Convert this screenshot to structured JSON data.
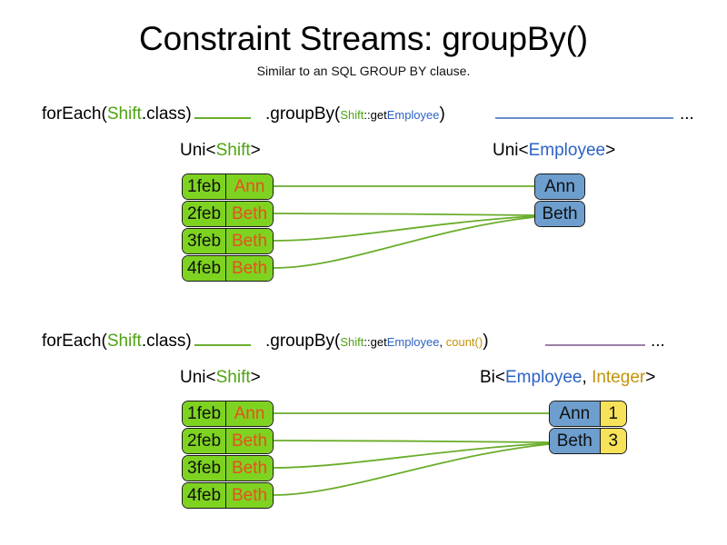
{
  "header": {
    "title": "Constraint Streams: groupBy()",
    "subtitle": "Similar to an SQL GROUP BY clause."
  },
  "colors": {
    "shift_box": "#7ED321",
    "employee_box": "#6D9ECE",
    "count_box": "#F7E259",
    "shift_token": "#4FA312",
    "employee_token": "#2B62C6",
    "integer_token": "#C2930B",
    "name_text": "#E8501E",
    "link_line": "#6AAD2B",
    "pipe_blue": "#6B8FC9",
    "pipe_purple": "#9B7FA8"
  },
  "sections": [
    {
      "id": "groupby-single",
      "code": {
        "for_each_prefix": "forEach(",
        "for_each_type": "Shift",
        "for_each_suffix": ".class)",
        "group_by_prefix": ".groupBy(",
        "mapper_type": "Shift",
        "mapper_sep": "::get",
        "mapper_key": "Employee",
        "group_by_suffix": ")",
        "ellipsis": "..."
      },
      "left_label": {
        "prefix": "Uni<",
        "type": "Shift",
        "suffix": ">"
      },
      "right_label": {
        "prefix": "Uni<",
        "type": "Employee",
        "suffix": ">"
      },
      "shifts": [
        {
          "date": "1feb",
          "employee": "Ann"
        },
        {
          "date": "2feb",
          "employee": "Beth"
        },
        {
          "date": "3feb",
          "employee": "Beth"
        },
        {
          "date": "4feb",
          "employee": "Beth"
        }
      ],
      "groups": [
        {
          "employee": "Ann"
        },
        {
          "employee": "Beth"
        }
      ]
    },
    {
      "id": "groupby-count",
      "code": {
        "for_each_prefix": "forEach(",
        "for_each_type": "Shift",
        "for_each_suffix": ".class)",
        "group_by_prefix": ".groupBy(",
        "mapper_type": "Shift",
        "mapper_sep": "::get",
        "mapper_key": "Employee",
        "mapper_comma": ", ",
        "collector": "count()",
        "group_by_suffix": ")",
        "ellipsis": "..."
      },
      "left_label": {
        "prefix": "Uni<",
        "type": "Shift",
        "suffix": ">"
      },
      "right_label": {
        "prefix": "Bi<",
        "type": "Employee",
        "comma": ", ",
        "type2": "Integer",
        "suffix": ">"
      },
      "shifts": [
        {
          "date": "1feb",
          "employee": "Ann"
        },
        {
          "date": "2feb",
          "employee": "Beth"
        },
        {
          "date": "3feb",
          "employee": "Beth"
        },
        {
          "date": "4feb",
          "employee": "Beth"
        }
      ],
      "groups": [
        {
          "employee": "Ann",
          "count": "1"
        },
        {
          "employee": "Beth",
          "count": "3"
        }
      ]
    }
  ]
}
